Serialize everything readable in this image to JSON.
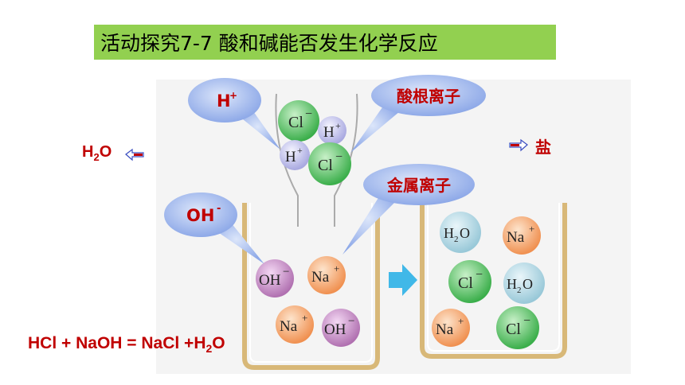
{
  "title": "活动探究7-7  酸和碱能否发生化学反应",
  "bubbles": {
    "h_plus": "H",
    "h_plus_sup": "+",
    "acid_radical": "酸根离子",
    "metal_ion": "金属离子",
    "oh_minus": "OH",
    "oh_minus_sup": "-"
  },
  "left_label": {
    "main": "H",
    "sub": "2",
    "tail": "O"
  },
  "right_label": "盐",
  "equation": {
    "lhs": "HCl + NaOH = NaCl +H",
    "sub": "2",
    "tail": "O"
  },
  "ions": {
    "cl": "Cl",
    "minus": "−",
    "plus": "+",
    "h": "H",
    "na": "Na",
    "oh": "OH",
    "h2o_h": "H",
    "h2o_2": "2",
    "h2o_o": "O"
  },
  "colors": {
    "title_bg": "#92d050",
    "label_red": "#c00000",
    "bubble_blue": "#8ea9e8",
    "cl_green": "#4cc05a",
    "h_lavender": "#c8c8f0",
    "na_orange": "#f5a870",
    "oh_purple": "#c080c0",
    "h2o_blue": "#a8d4e0",
    "beaker_tan": "#d8b878",
    "arrow_cyan": "#40b8e8"
  }
}
